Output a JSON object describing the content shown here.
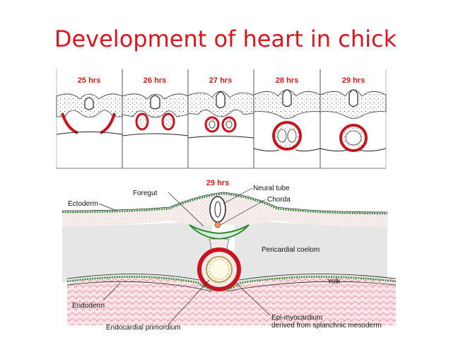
{
  "slide": {
    "title": "Development of heart in chick"
  },
  "stages": [
    {
      "label": "25 hrs"
    },
    {
      "label": "26 hrs"
    },
    {
      "label": "27 hrs"
    },
    {
      "label": "28 hrs"
    },
    {
      "label": "29 hrs"
    }
  ],
  "detail": {
    "stage_label": "29 hrs",
    "labels": {
      "foregut": "Foregut",
      "neural_tube": "Neural tube",
      "chorda": "Chorda",
      "ectoderm": "Ectoderm",
      "pericardial_coelom": "Pericardial coelom",
      "yolk": "Yolk",
      "endoderm": "Endoderm",
      "epi_myocardium_1": "Epi-myocardium",
      "epi_myocardium_2": "derived from splanchnic mesoderm",
      "endocardial_primordium": "Endocardial primordium"
    }
  },
  "colors": {
    "title": "#e0141e",
    "myocardium": "#c8141e",
    "ectoderm": "#2f8a2f",
    "pericardial_coelom": "#e6e6e6",
    "mesoderm": "#f7eded",
    "yolk": "#f2b8c0"
  }
}
